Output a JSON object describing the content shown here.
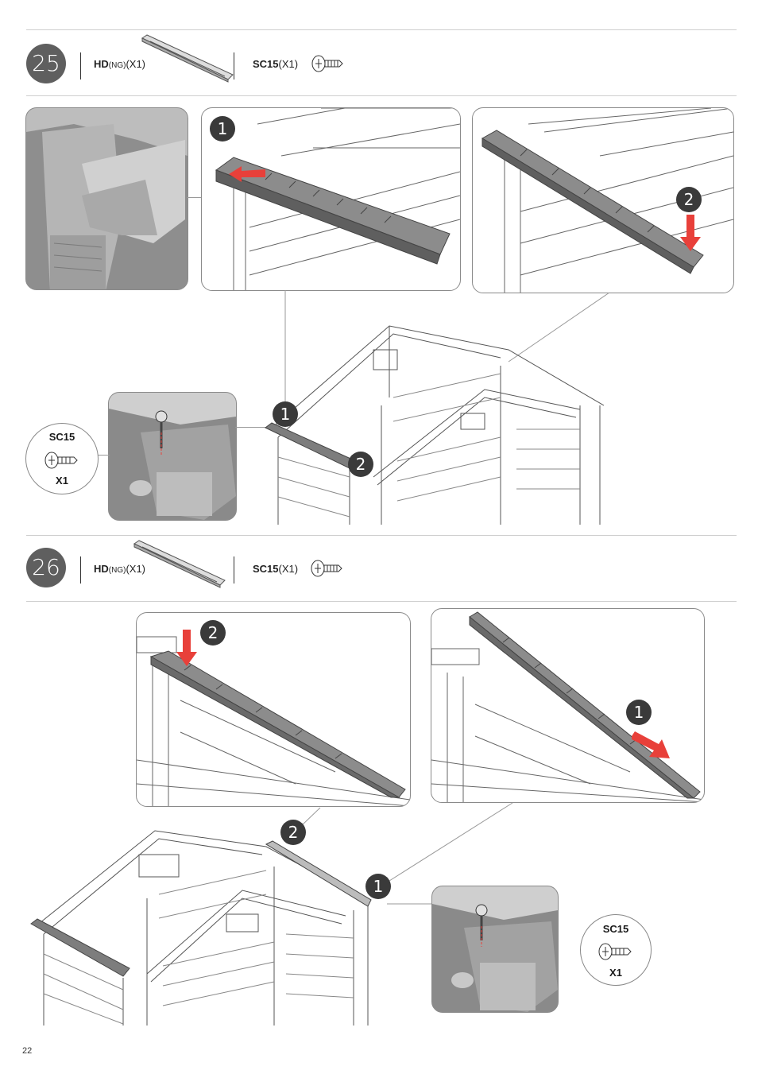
{
  "page_number": "22",
  "steps": [
    {
      "number": "25",
      "parts": [
        {
          "code": "HD",
          "variant": "(NG)",
          "qty": "(X1)"
        },
        {
          "code": "SC15",
          "qty": "(X1)"
        }
      ],
      "callouts": [
        "1",
        "2",
        "1",
        "2"
      ],
      "screw_callout": {
        "code": "SC15",
        "qty": "X1"
      }
    },
    {
      "number": "26",
      "parts": [
        {
          "code": "HD",
          "variant": "(NG)",
          "qty": "(X1)"
        },
        {
          "code": "SC15",
          "qty": "(X1)"
        }
      ],
      "callouts": [
        "2",
        "1",
        "2",
        "1"
      ],
      "screw_callout": {
        "code": "SC15",
        "qty": "X1"
      }
    }
  ],
  "colors": {
    "arrow": "#e8403a",
    "step_badge": "#5f5f5f",
    "callout": "#3a3a3a"
  },
  "icons": [
    "ridge-bar-icon",
    "screw-icon",
    "red-arrow-icon"
  ]
}
